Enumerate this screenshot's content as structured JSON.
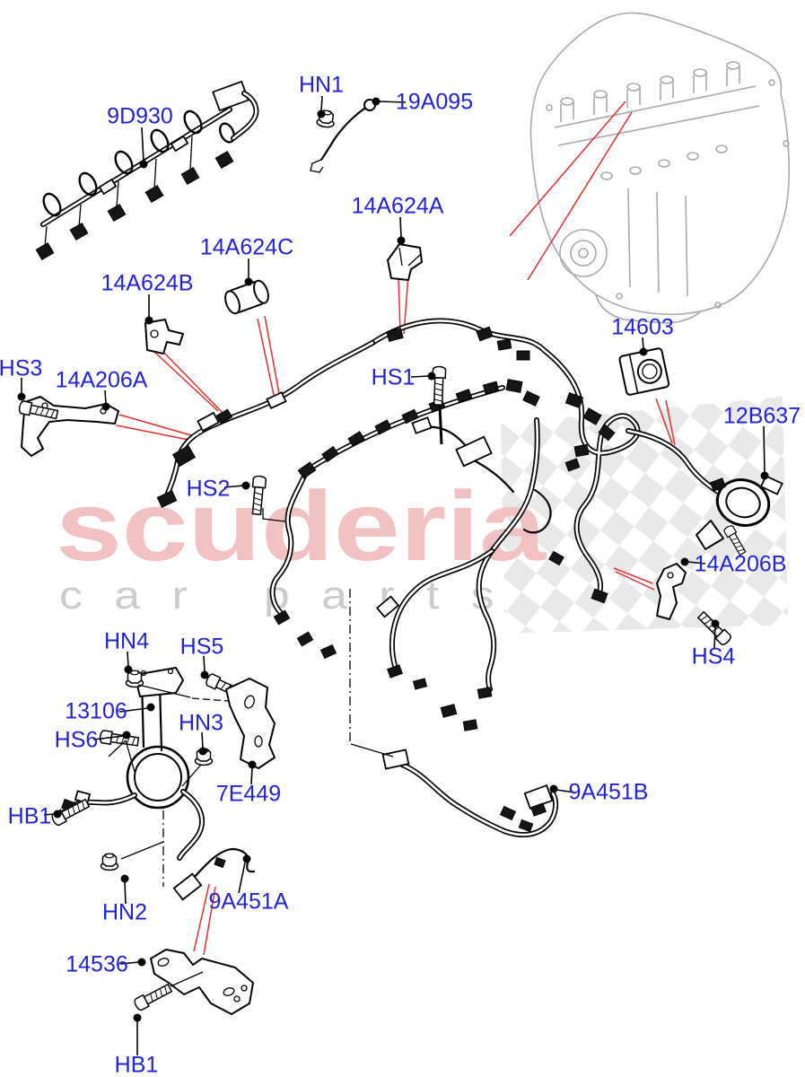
{
  "watermark": {
    "brand": "scuderia",
    "tagline": "car parts"
  },
  "labels": {
    "p9d930": "9D930",
    "hn1": "HN1",
    "p19a095": "19A095",
    "p14a624a": "14A624A",
    "p14a624c": "14A624C",
    "p14a624b": "14A624B",
    "hs3": "HS3",
    "p14a206a": "14A206A",
    "hs1": "HS1",
    "p14603": "14603",
    "p12b637": "12B637",
    "hs2": "HS2",
    "p14a206b": "14A206B",
    "hs4": "HS4",
    "hn4": "HN4",
    "hs5": "HS5",
    "p13106": "13106",
    "hs6": "HS6",
    "hn3": "HN3",
    "p7e449": "7E449",
    "hb1_upper": "HB1",
    "p9a451b": "9A451B",
    "hn2": "HN2",
    "p9a451a": "9A451A",
    "p14536": "14536",
    "hb1_lower": "HB1"
  },
  "colors": {
    "label_blue": "#2222d6",
    "pointer_red": "#e62e2e",
    "line_black": "#000000",
    "engine_gray": "#a9a9a9",
    "watermark_pink": "#f2c2c2",
    "watermark_gray": "#cccccc",
    "diamond_gray": "#e9e9e9",
    "background": "#ffffff"
  }
}
